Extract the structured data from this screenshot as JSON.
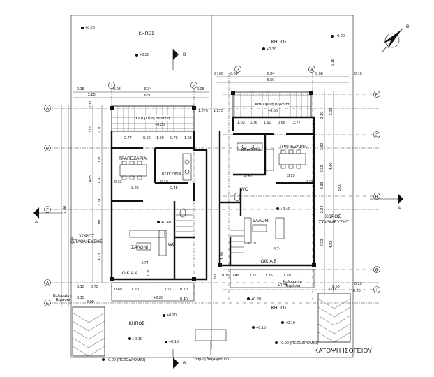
{
  "drawing": {
    "title": "ΚΑΤΟΨΗ ΙΣΟΓΕΙΟΥ",
    "north": "B",
    "section_marks": [
      "A",
      "A",
      "B",
      "B"
    ],
    "rooms": {
      "garden_top_left": "ΚΗΠΟΣ",
      "garden_top_right": "ΚΗΠΟΣ",
      "garden_bottom_left": "ΚΗΠΟΣ",
      "garden_bottom_right": "ΚΗΠΟΣ",
      "parking_left": "ΧΩΡΟΣ\nΣΤΑΘΜΕΥΣΗΣ",
      "parking_right": "ΧΩΡΟΣ\nΣΤΑΘΜΕΥΣΗΣ",
      "dining_left": "ΤΡΑΠΕΖΑΡΙΑ",
      "dining_right": "ΤΡΑΠΕΖΑΡΙΑ",
      "kitchen_left": "ΚΟΥΖΙΝΑ",
      "kitchen_right": "ΚΟΥΖΙΝΑ",
      "living_left": "ΣΑΛΟΝΙ",
      "living_right": "ΣΑΛΟΝΙ",
      "wc_left": "WC",
      "wc_right": "WC",
      "house_a": "ΟΙΚΙΑ Α",
      "house_b": "ΟΙΚΙΑ Β",
      "veranda_top_left": "Καλυμμένη Βεράντα",
      "veranda_top_right": "Καλυμμένη Βεράντα",
      "veranda_bottom_left": "Καλυμμένη\nΒεράντα",
      "veranda_bottom_right": "Καλυμμένη\nΒεράντα",
      "boundary_note": "Γραμμή Διαχωρισμού"
    },
    "levels": {
      "top_left": "+0.20",
      "top_right": "+0.20",
      "garden_left": "+0.30",
      "garden_right": "+0.30",
      "veranda_top_left": "+0.35",
      "veranda_top_right": "+0.35",
      "living_left": "+0.40",
      "living_right": "+0.40",
      "veranda_bottom_left": "+0.35",
      "veranda_bottom_right": "+0.35",
      "gb_left": "+0.20",
      "gb_right": "+0.20",
      "low_left": "+0.10",
      "low_right": "+0.10",
      "drive_left": "+0.15",
      "drive_right": "+0.15",
      "sidewalk_left": "+0.00  (ΠΕΖΟΔΡΟΜΙΟ)",
      "sidewalk_right": "+0.00  (ΠΕΖΟΔΡΟΜΙΟ)"
    },
    "axes": {
      "letters": [
        "Α",
        "Β",
        "Γ",
        "Δ",
        "Ε"
      ],
      "letters_right": [
        "Ε",
        "Ζ",
        "Η",
        "Θ",
        "Ι"
      ],
      "numbers": [
        "1",
        "2",
        "3",
        "4"
      ]
    },
    "dims": {
      "top_6_50_l": "6.50",
      "top_6_34_l": "6.34",
      "top_0_15_l": "0.15",
      "top_2_85": "2.85",
      "top_0_08_l": "0.08",
      "top_0_08_l2": "0.08",
      "top_6_50_r": "6.50",
      "top_6_34_r": "6.34",
      "top_0_100": "0.100",
      "top_0_08_r": "0.08",
      "top_0_08_r2": "0.08",
      "top_0_15_r": "0.15",
      "v_5_16": "5.16",
      "l_3_09": "3.09",
      "l_2_10": "2.10",
      "l_1_80": "1.80",
      "l_4_69": "4.69",
      "l_1_20": "1.20",
      "l_2_24": "2.24",
      "l_4_00": "4.00",
      "l_5_65": "5.65",
      "l_1_00": "1.00",
      "l_4_23": "4.23",
      "l_0_30": "0.30",
      "l_0_15": "0.15",
      "l_0_15b": "0.15",
      "r_3_09": "3.09",
      "r_2_10": "2.10",
      "r_4_69": "4.69",
      "r_1_80": "1.80",
      "r_5_00": "5.00",
      "r_0_33": "0.33",
      "r_2_24": "2.24",
      "r_0_33b": "0.33",
      "r_4_23": "4.23",
      "r_0_33c": "0.33",
      "r_0_25": "0.25",
      "r_2_00": "2.00",
      "k_1_275a": "1.275",
      "k_1_275b": "1.275",
      "a_2_77": "2.77",
      "a_0_66": "0.66",
      "a_1_90": "1.90",
      "a_0_76": "0.76",
      "a_1_03": "1.03",
      "a_3_29": "3.29",
      "a_2_45": "2.45",
      "a_0_10": "0.10",
      "a_0_33": "0.33",
      "a_4_74": "4.74",
      "a_0_75": "0.75",
      "a_0_60": "0.60",
      "a_1_20": "1.20",
      "a_1_00": "1.00",
      "a_0_70": "0.70",
      "a_3_00": "3.00",
      "a_0_40": "0.40",
      "a_1_30": "1.30",
      "b_1_03": "1.03",
      "b_0_76": "0.76",
      "b_1_90": "1.90",
      "b_0_66": "0.66",
      "b_2_77": "2.77",
      "b_2_45": "2.45",
      "b_3_29": "3.29",
      "b_0_10": "0.10",
      "b_4_74": "4.74",
      "b_0_33": "0.33",
      "b_0_45": "0.45",
      "b_1_00": "1.00",
      "b_1_35": "1.35",
      "b_1_20": "1.20",
      "b_0_15": "0.15",
      "b_3_00": "3.00",
      "b_0_25": "0.25",
      "b_1_30": "1.30",
      "b_1_50": "1.50"
    }
  }
}
